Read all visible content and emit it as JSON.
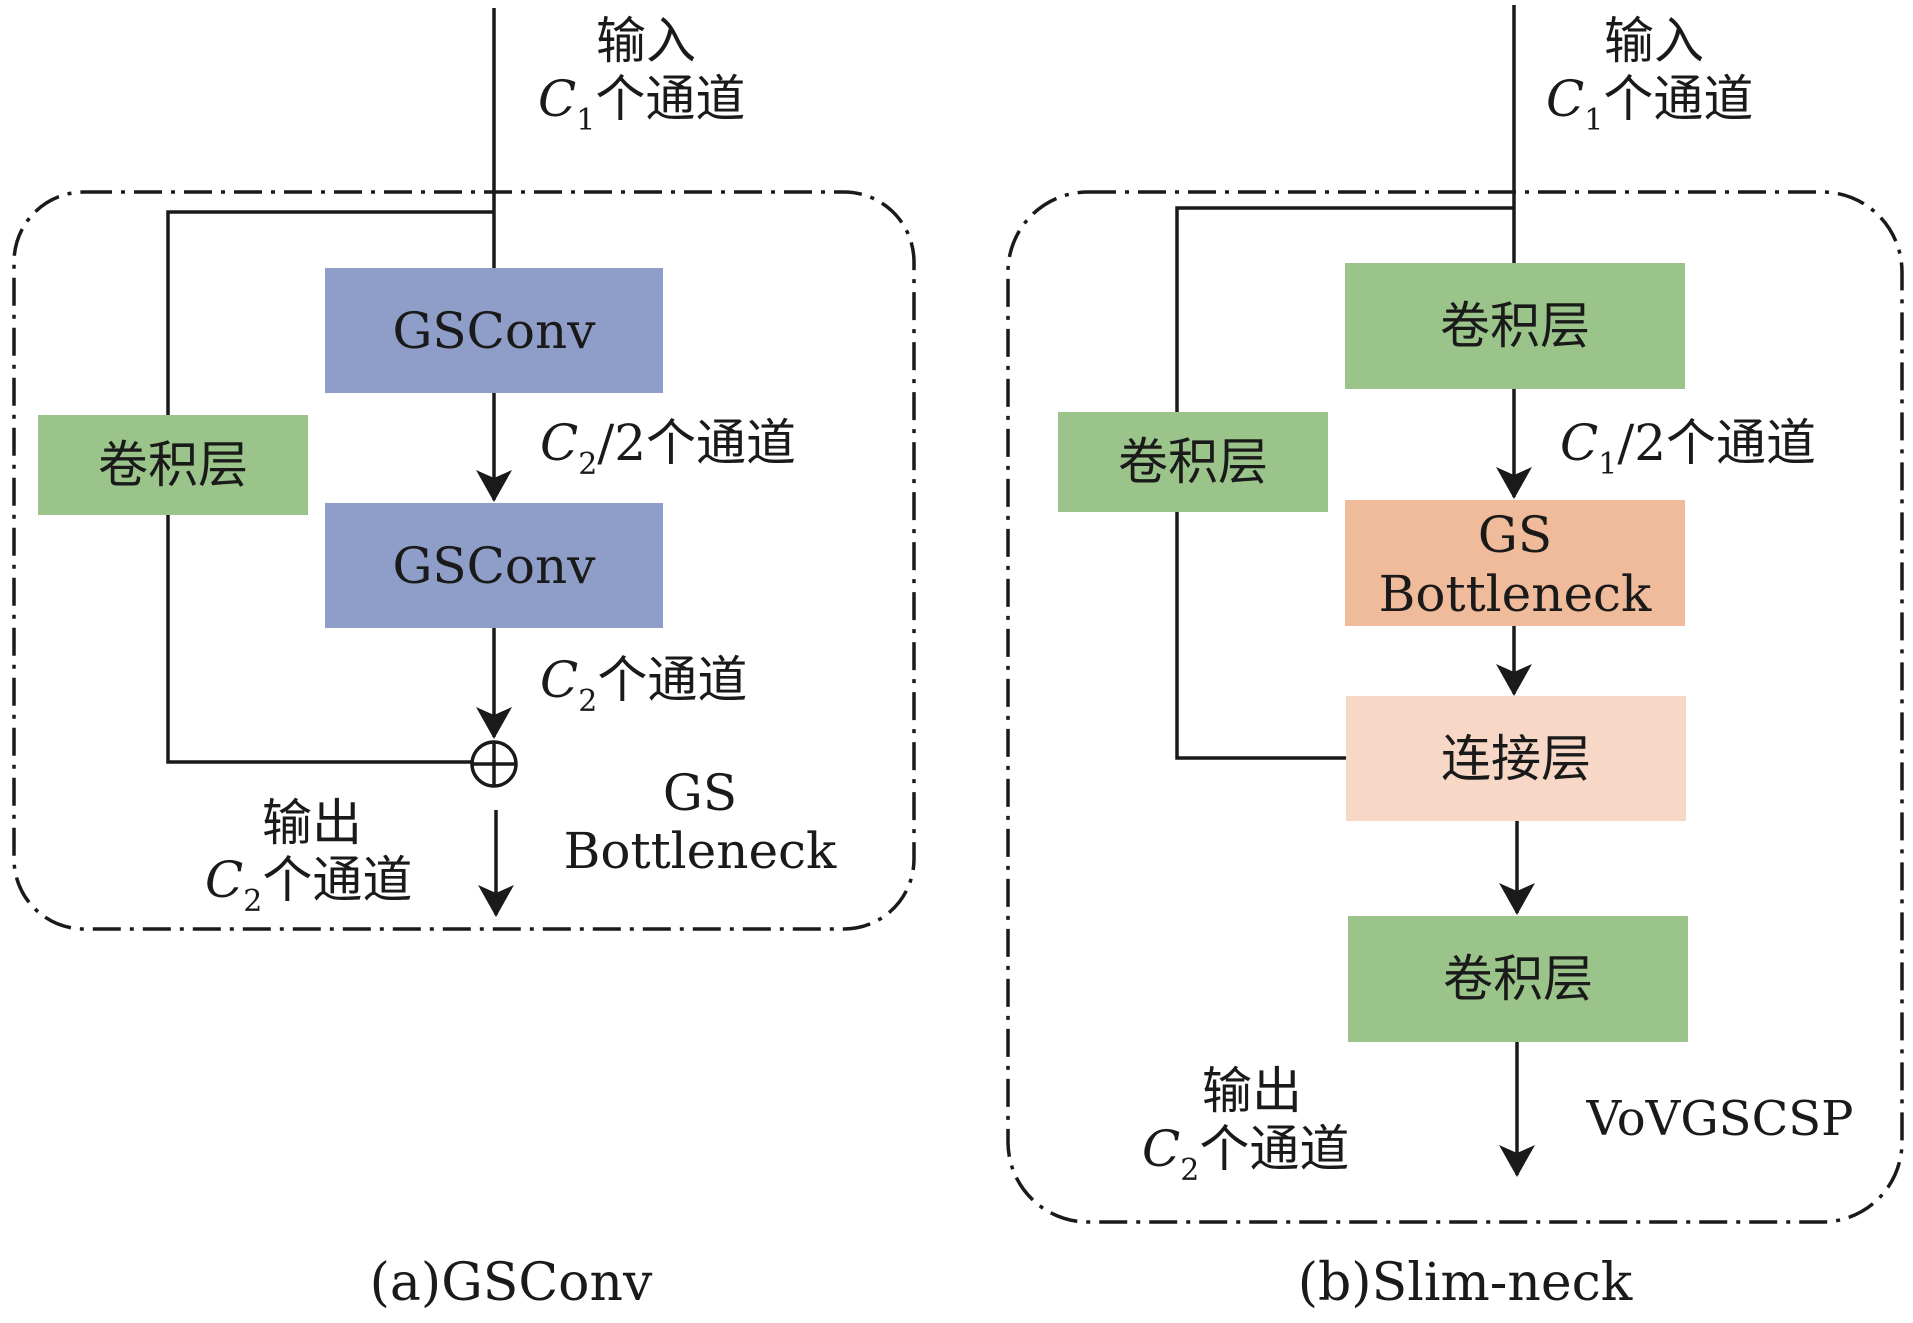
{
  "colors": {
    "gsconv_box": "#8f9ec8",
    "conv_box": "#9bc48b",
    "gs_bottleneck_box": "#f0bb9b",
    "concat_box": "#f7d7c6",
    "line": "#1a1a1a"
  },
  "panel_a": {
    "input_top": "输入",
    "input_symbol": "C",
    "input_sub": "1",
    "input_suffix": "个通道",
    "gsconv1_label": "GSConv",
    "gsconv2_label": "GSConv",
    "conv_label": "卷积层",
    "mid_symbol": "C",
    "mid_sub": "2",
    "mid_suffix": "/2个通道",
    "post_symbol": "C",
    "post_sub": "2",
    "post_suffix": "个通道",
    "add_symbol": "⊕",
    "output_top": "输出",
    "output_symbol": "C",
    "output_sub": "2",
    "output_suffix": "个通道",
    "module_name_line1": "GS",
    "module_name_line2": "Bottleneck",
    "caption": "(a)GSConv"
  },
  "panel_b": {
    "input_top": "输入",
    "input_symbol": "C",
    "input_sub": "1",
    "input_suffix": "个通道",
    "conv_top_label": "卷积层",
    "conv_side_label": "卷积层",
    "mid_symbol": "C",
    "mid_sub": "1",
    "mid_suffix": "/2个通道",
    "gs_bottleneck_line1": "GS",
    "gs_bottleneck_line2": "Bottleneck",
    "concat_label": "连接层",
    "conv_bottom_label": "卷积层",
    "output_top": "输出",
    "output_symbol": "C",
    "output_sub": "2",
    "output_suffix": "个通道",
    "module_name": "VoVGSCSP",
    "caption": "(b)Slim-neck"
  }
}
